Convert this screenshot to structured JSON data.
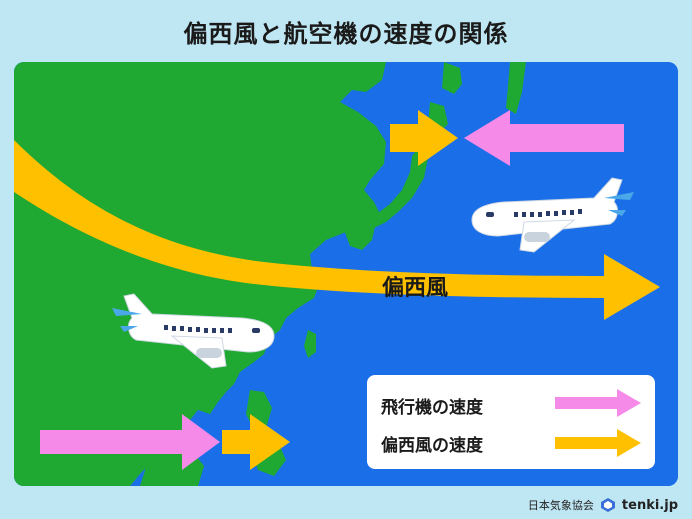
{
  "title": "偏西風と航空機の速度の関係",
  "map_label": "偏西風",
  "legend": {
    "item1": {
      "label": "飛行機の速度",
      "color": "#f58ae8"
    },
    "item2": {
      "label": "偏西風の速度",
      "color": "#ffc000"
    }
  },
  "footer": {
    "org": "日本気象協会",
    "brand": "tenki.jp"
  },
  "colors": {
    "sea": "#1a6fe8",
    "land": "#1fa832",
    "wind_arrow": "#ffc000",
    "plane_speed_arrow": "#f58ae8",
    "background": "#bfe6f3"
  }
}
